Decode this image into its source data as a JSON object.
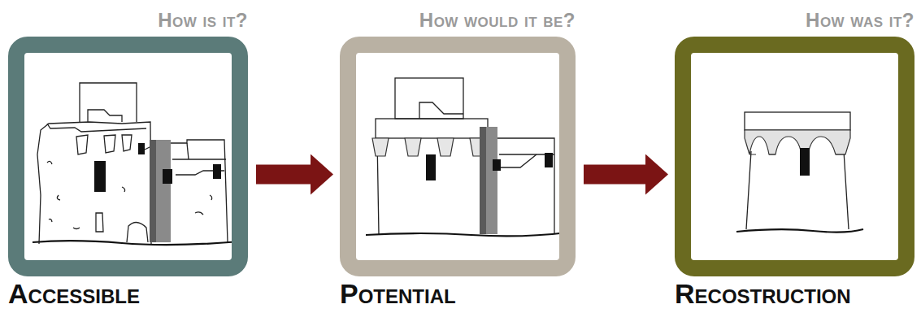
{
  "diagram": {
    "nodes": [
      {
        "text": [
          "How is it?",
          "Accessible"
        ]
      },
      {
        "text": [
          "How would it be?",
          "Potential"
        ]
      },
      {
        "text": [
          "How was it?",
          "Recostruction"
        ]
      }
    ],
    "edges": [
      {
        "from": 0,
        "to": 1,
        "arrow": "to"
      },
      {
        "from": 1,
        "to": 2,
        "arrow": "to"
      }
    ]
  }
}
